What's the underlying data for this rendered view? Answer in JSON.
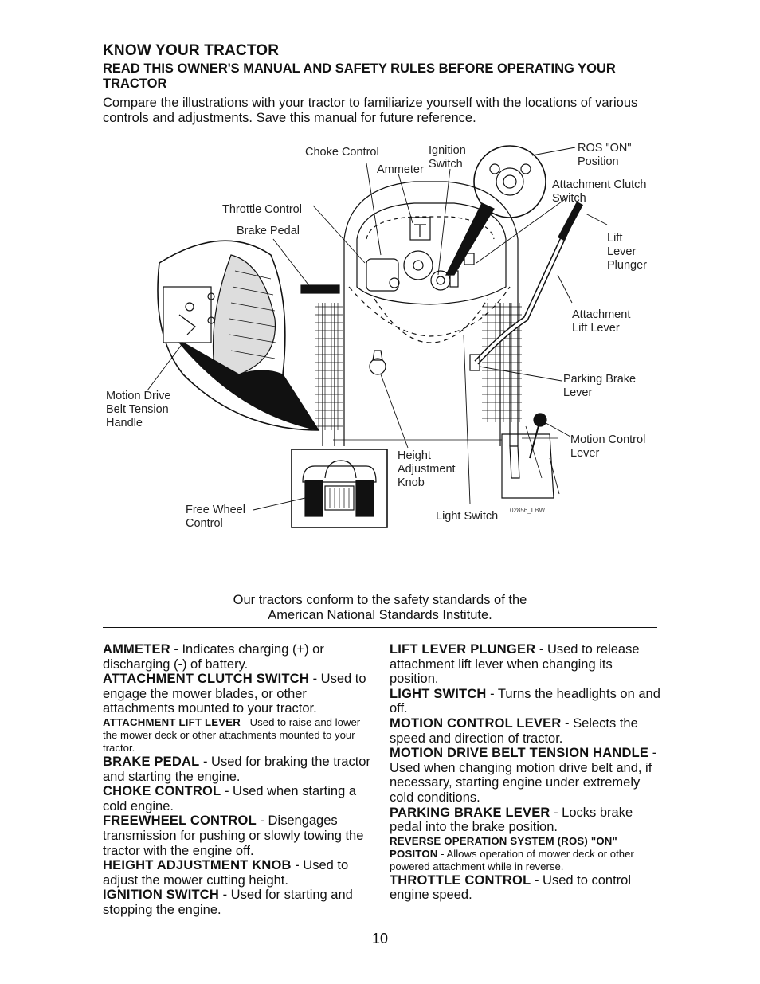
{
  "header": {
    "title": "KNOW YOUR TRACTOR",
    "subtitle": "READ THIS OWNER'S MANUAL AND SAFETY RULES BEFORE OPERATING YOUR TRACTOR",
    "intro": "Compare the illustrations with your tractor to familiarize yourself with the locations of various controls and adjustments.  Save this manual for future reference."
  },
  "diagram": {
    "labels": {
      "choke_control": "Choke Control",
      "ammeter": "Ammeter",
      "ignition_switch": "Ignition\nSwitch",
      "ros_on_position": "ROS \"ON\"\nPosition",
      "attachment_clutch_switch": "Attachment Clutch\nSwitch",
      "throttle_control": "Throttle Control",
      "brake_pedal": "Brake Pedal",
      "lift_lever_plunger": "Lift\nLever\nPlunger",
      "attachment_lift_lever": "Attachment\nLift Lever",
      "parking_brake_lever": "Parking Brake\nLever",
      "motion_drive_belt_tension_handle": "Motion Drive\nBelt Tension\nHandle",
      "motion_control_lever": "Motion Control\nLever",
      "height_adjustment_knob": "Height\nAdjustment\nKnob",
      "free_wheel_control": "Free Wheel\nControl",
      "light_switch": "Light Switch",
      "figure_code": "02856_LBW"
    }
  },
  "standards_note": "Our tractors conform to the safety standards of the\nAmerican National Standards Institute.",
  "definitions_left": [
    {
      "term": "AMMETER",
      "desc": " - Indicates charging (+) or discharging (-) of battery."
    },
    {
      "term": "ATTACHMENT CLUTCH SWITCH",
      "desc": " - Used to engage the mower blades, or other attachments mounted to your tractor."
    },
    {
      "term": "ATTACHMENT LIFT LEVER",
      "desc": " - Used to raise and lower the mower deck or other attachments mounted to your tractor.",
      "small": true
    },
    {
      "term": "BRAKE PEDAL",
      "desc": " - Used for braking the tractor and starting the engine."
    },
    {
      "term": "CHOKE CONTROL",
      "desc": " - Used when starting a cold engine."
    },
    {
      "term": "FREEWHEEL CONTROL",
      "desc": " - Disengages transmission for pushing or slowly towing the tractor with the engine off."
    },
    {
      "term": "HEIGHT ADJUSTMENT KNOB",
      "desc": " - Used to adjust the mower cutting height."
    },
    {
      "term": "IGNITION SWITCH",
      "desc": " - Used for starting and stopping the engine."
    }
  ],
  "definitions_right": [
    {
      "term": "LIFT LEVER PLUNGER",
      "desc": " - Used to release attachment lift lever when changing its position."
    },
    {
      "term": "LIGHT SWITCH",
      "desc": " - Turns the headlights on and off."
    },
    {
      "term": "MOTION CONTROL LEVER",
      "desc": " - Selects the speed and direction of tractor."
    },
    {
      "term": "MOTION DRIVE BELT TENSION HANDLE",
      "desc": " - Used when changing motion drive belt and, if necessary, starting engine under extremely cold conditions."
    },
    {
      "term": "PARKING BRAKE LEVER",
      "desc": " - Locks brake pedal into the brake position."
    },
    {
      "term": "REVERSE OPERATION SYSTEM (ROS) \"ON\" POSITON",
      "desc": " - Allows operation of mower deck or other powered attachment while in reverse.",
      "small": true
    },
    {
      "term": "THROTTLE CONTROL",
      "desc": " -  Used to control engine speed."
    }
  ],
  "page_number": "10"
}
